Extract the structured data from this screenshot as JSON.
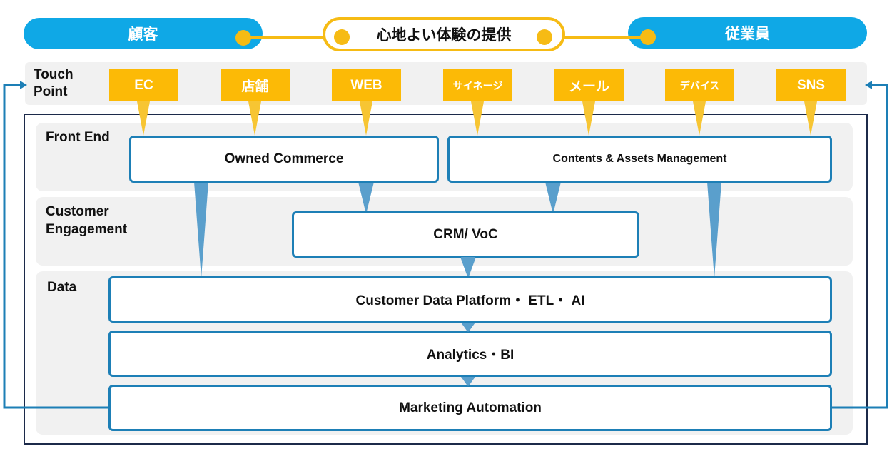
{
  "header": {
    "left_pill": "顧客",
    "center_pill": "心地よい体験の提供",
    "right_pill": "従業員"
  },
  "layers": {
    "touch_point": "Touch\nPoint",
    "front_end": "Front End",
    "customer_engagement": "Customer\nEngagement",
    "data": "Data"
  },
  "touch_points": [
    "EC",
    "店舗",
    "WEB",
    "サイネージ",
    "メール",
    "デバイス",
    "SNS"
  ],
  "front_end": {
    "owned_commerce": "Owned Commerce",
    "contents_assets": "Contents & Assets Management"
  },
  "customer_engagement": {
    "crm": "CRM/ VoC"
  },
  "data_layer": {
    "cdp": "Customer Data Platform・ ETL・ AI",
    "analytics": "Analytics・BI",
    "marketing_automation": "Marketing Automation"
  },
  "colors": {
    "accent_blue": "#0fa8e6",
    "accent_yellow": "#fcba06",
    "box_border": "#1d7fb6",
    "connector_blue": "#5a9fcc"
  }
}
